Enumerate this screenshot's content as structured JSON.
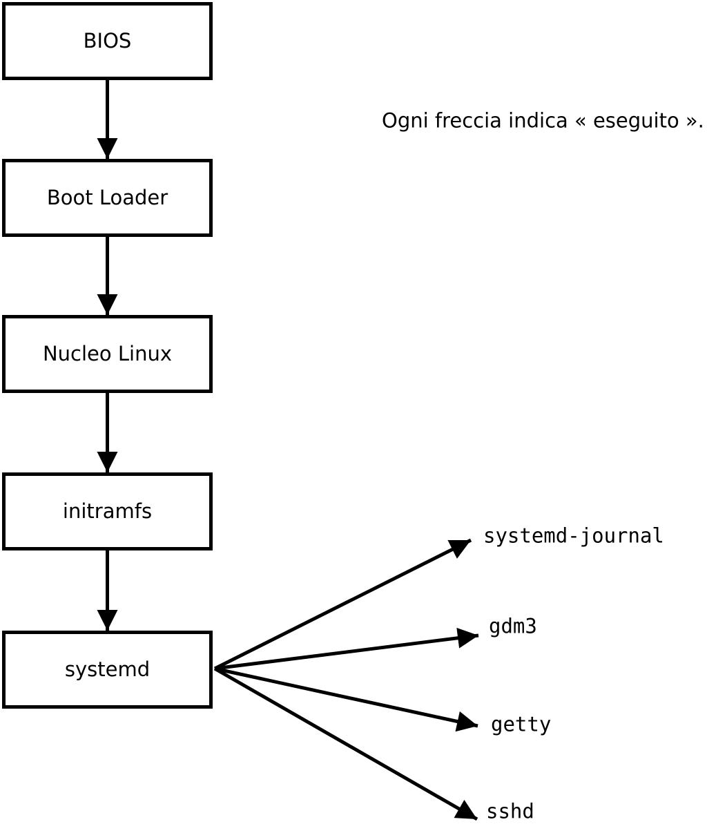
{
  "diagram": {
    "caption": "Ogni freccia indica « eseguito ».",
    "boxes": [
      {
        "id": "bios",
        "label": "BIOS"
      },
      {
        "id": "boot-loader",
        "label": "Boot Loader"
      },
      {
        "id": "nucleo-linux",
        "label": "Nucleo Linux"
      },
      {
        "id": "initramfs",
        "label": "initramfs"
      },
      {
        "id": "systemd",
        "label": "systemd"
      }
    ],
    "services": [
      {
        "id": "systemd-journal",
        "label": "systemd-journal"
      },
      {
        "id": "gdm3",
        "label": "gdm3"
      },
      {
        "id": "getty",
        "label": "getty"
      },
      {
        "id": "sshd",
        "label": "sshd"
      }
    ],
    "colors": {
      "foreground": "#000000",
      "background": "#ffffff"
    }
  }
}
